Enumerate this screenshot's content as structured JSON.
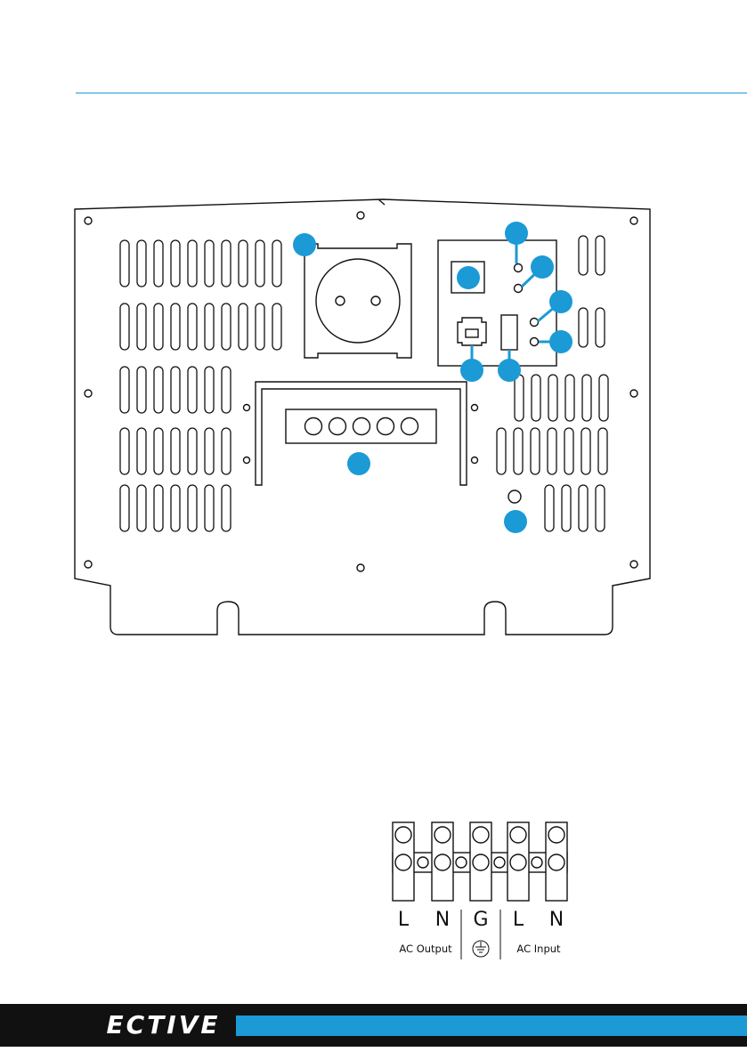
{
  "colors": {
    "accent": "#1b9ad6",
    "line": "#111111"
  },
  "terminal": {
    "letters": [
      "L",
      "N",
      "G",
      "L",
      "N"
    ],
    "ac_output_label": "AC Output",
    "ac_input_label": "AC Input",
    "ground_icon": "ground-symbol-icon"
  },
  "footer": {
    "logo_text": "ECTIVE"
  }
}
